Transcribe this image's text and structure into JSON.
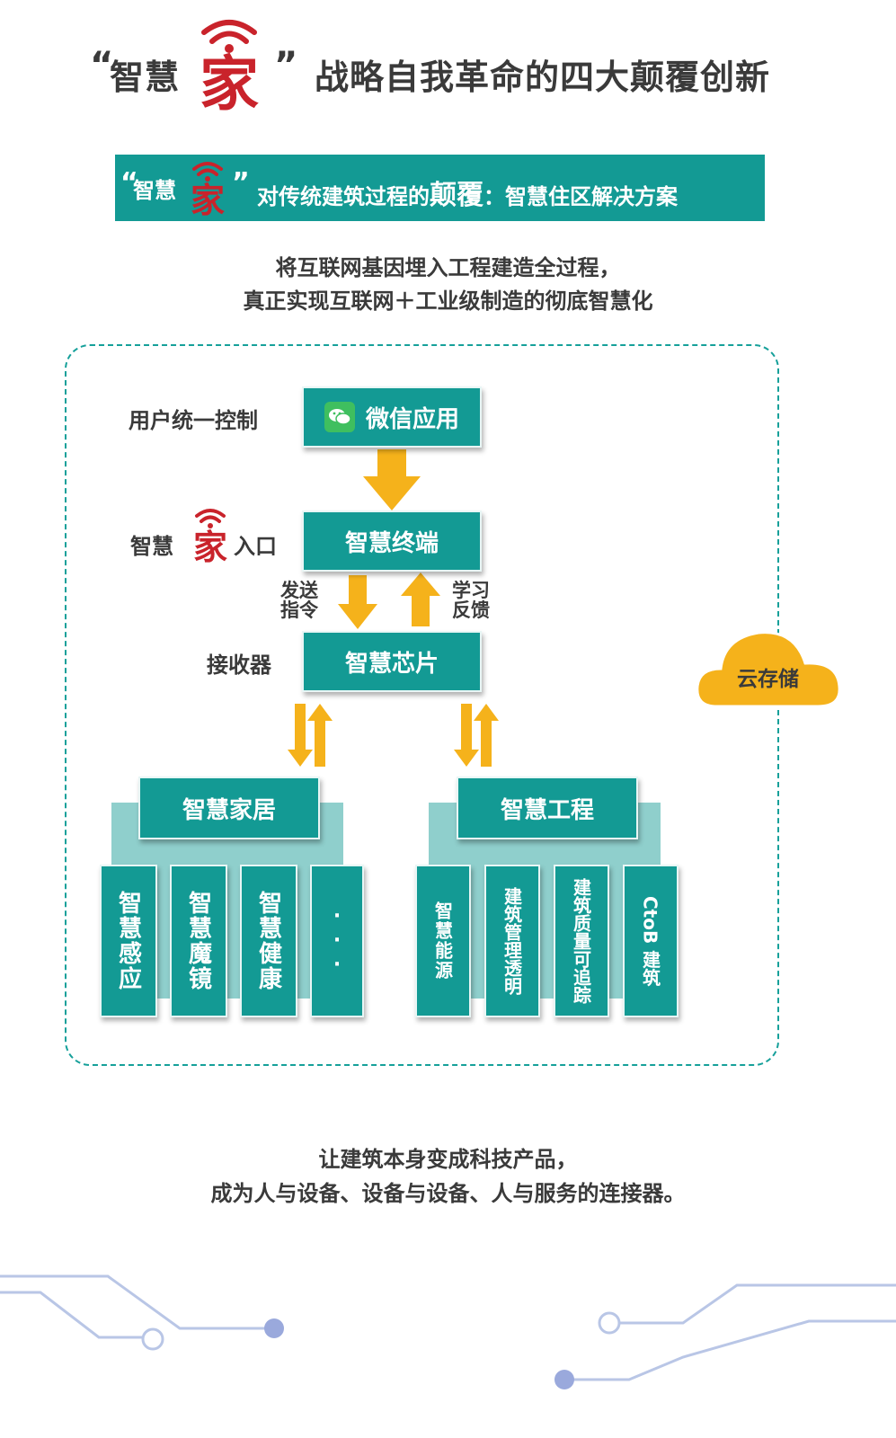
{
  "title": {
    "open_quote": "“",
    "part_a": "智慧",
    "logo_char": "家",
    "close_quote": "”",
    "part_b": "战略自我革命的四大颠覆创新"
  },
  "banner": {
    "open_quote": "“",
    "part_a": "智慧",
    "logo_char": "家",
    "close_quote": "”",
    "part_b": "对传统建筑过程的",
    "part_big": "颠覆",
    "part_c": "：智慧住区解决方案"
  },
  "intro": {
    "line1": "将互联网基因埋入工程建造全过程，",
    "line2": "真正实现互联网＋工业级制造的彻底智慧化"
  },
  "diagram": {
    "label_user": "用户统一控制",
    "wechat": "微信应用",
    "label_entry_a": "智慧",
    "label_entry_logo": "家",
    "label_entry_b": "入口",
    "terminal": "智慧终端",
    "send_cmd_1": "发送",
    "send_cmd_2": "指令",
    "learn_1": "学习",
    "learn_2": "反馈",
    "label_receiver": "接收器",
    "chip": "智慧芯片",
    "home": "智慧家居",
    "engineering": "智慧工程",
    "home_items": [
      "智慧感应",
      "智慧魔镜",
      "智慧健康",
      "···"
    ],
    "eng_items": [
      "智慧能源",
      "建筑管理透明",
      "建筑质量可追踪",
      "CtoB 建筑"
    ],
    "cloud": "云存储"
  },
  "outro": {
    "line1": "让建筑本身变成科技产品，",
    "line2": "成为人与设备、设备与设备、人与服务的连接器。"
  },
  "colors": {
    "teal": "#139a94",
    "light_teal": "#8fcfcc",
    "arrow": "#f5b21b",
    "logo_red": "#c9232b",
    "text": "#3a3a3a"
  }
}
